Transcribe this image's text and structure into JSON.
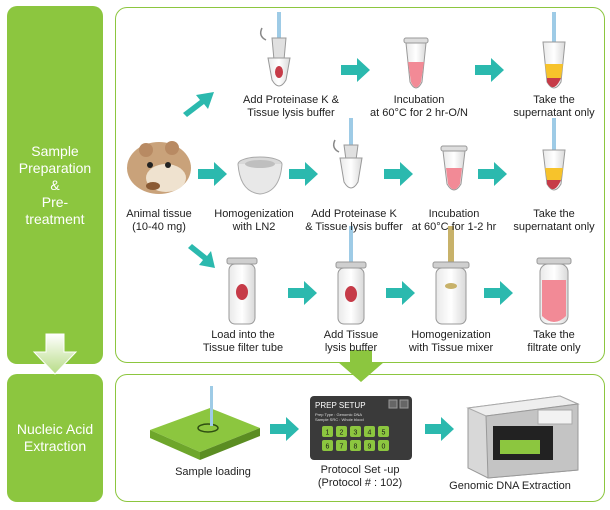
{
  "sidebar": {
    "top_lines": [
      "Sample",
      "Preparation",
      "&",
      "Pre-",
      "treatment"
    ],
    "bottom_lines": [
      "Nucleic Acid",
      "Extraction"
    ]
  },
  "row1": {
    "step1": "Add Proteinase K &\nTissue lysis buffer",
    "step2": "Incubation\nat 60°C for 2 hr-O/N",
    "step3": "Take the\nsupernatant only"
  },
  "row2": {
    "start": "Animal tissue\n(10-40 mg)",
    "step1": "Homogenization\nwith LN2",
    "step2": "Add Proteinase K\n& Tissue lysis buffer",
    "step3": "Incubation\nat 60°C for  1-2 hr",
    "step4": "Take the\nsupernatant only"
  },
  "row3": {
    "step1": "Load into the\nTissue filter tube",
    "step2": "Add Tissue\nlysis buffer",
    "step3": "Homogenization\nwith Tissue mixer",
    "step4": "Take the\nfiltrate only"
  },
  "extraction": {
    "step1": "Sample loading",
    "step2": "Protocol Set -up\n(Protocol # : 102)",
    "step3": "Genomic DNA Extraction"
  },
  "screen": {
    "title": "PREP SETUP",
    "line1": "Prep Type : Genomic DNA",
    "line2": "Sample SRC : Whole blood",
    "keys": [
      "1",
      "2",
      "3",
      "4",
      "5",
      "6",
      "7",
      "8",
      "9",
      "0"
    ]
  },
  "colors": {
    "green": "#8cc63f",
    "arrow": "#2bb9ae",
    "pink": "#f28a96",
    "red": "#c63b48",
    "yellow": "#f7c32b"
  }
}
